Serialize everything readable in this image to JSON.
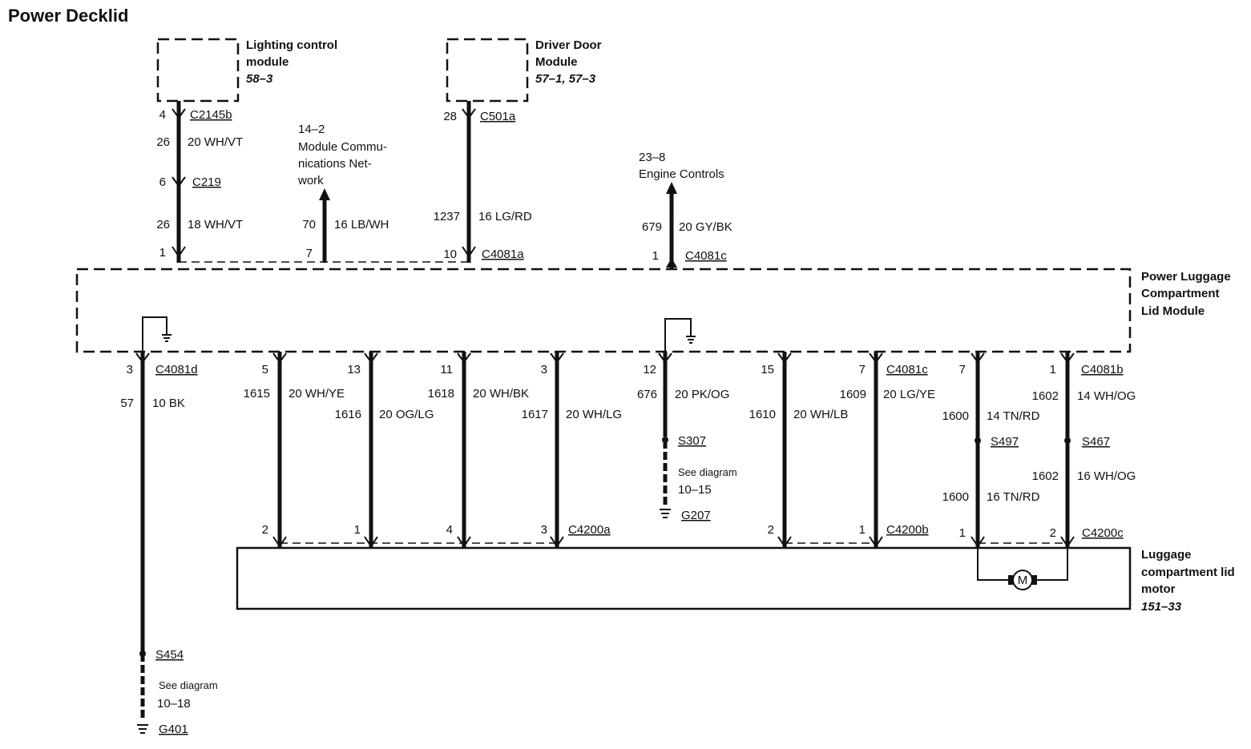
{
  "title": "Power Decklid",
  "components": {
    "lcm": {
      "name1": "Lighting control",
      "name2": "module",
      "ref": "58–3"
    },
    "ddm": {
      "name1": "Driver Door",
      "name2": "Module",
      "ref": "57–1, 57–3"
    },
    "plclm": {
      "name1": "Power Luggage",
      "name2": "Compartment",
      "name3": "Lid Module"
    },
    "motor": {
      "name1": "Luggage",
      "name2": "compartment lid",
      "name3": "motor",
      "ref": "151–33",
      "symbol": "M"
    }
  },
  "refs": {
    "mcn": {
      "page": "14–2",
      "l1": "Module Commu-",
      "l2": "nications Net-",
      "l3": "work"
    },
    "engine": {
      "page": "23–8",
      "l1": "Engine Controls"
    },
    "see1": {
      "label": "See diagram",
      "page": "10–15"
    },
    "see2": {
      "label": "See diagram",
      "page": "10–18"
    }
  },
  "connectors": {
    "c2145b": "C2145b",
    "c219": "C219",
    "c501a": "C501a",
    "c4081a": "C4081a",
    "c4081c": "C4081c",
    "c4081d": "C4081d",
    "c4081b": "C4081b",
    "c4200a": "C4200a",
    "c4200b": "C4200b",
    "c4200c": "C4200c"
  },
  "splices": {
    "s307": "S307",
    "s497": "S497",
    "s467": "S467",
    "s454": "S454"
  },
  "grounds": {
    "g207": "G207",
    "g401": "G401"
  },
  "pins": {
    "lcm_c2145b": "4",
    "lcm_c219_in": "6",
    "lcm_bottom": "1",
    "mcn_bottom": "7",
    "ddm_top": "28",
    "ddm_bottom": "10",
    "eng_bottom": "1",
    "gnd_top": "3",
    "w1615_top": "5",
    "w1616_top": "13",
    "w1618_top": "11",
    "w1617_top": "3",
    "w676_top": "12",
    "w1610_top": "15",
    "w1609_top": "7",
    "w1600_top": "7",
    "w1602_top": "1",
    "w1615_bot": "2",
    "w1616_bot": "1",
    "w1618_bot": "4",
    "w1617_bot": "3",
    "w1610_bot": "2",
    "w1609_bot": "1",
    "w1600_bot": "1",
    "w1602_bot": "2"
  },
  "circuits": {
    "lcm_a": {
      "num": "26",
      "spec": "20 WH/VT"
    },
    "lcm_b": {
      "num": "26",
      "spec": "18 WH/VT"
    },
    "mcn": {
      "num": "70",
      "spec": "16 LB/WH"
    },
    "ddm": {
      "num": "1237",
      "spec": "16 LG/RD"
    },
    "eng": {
      "num": "679",
      "spec": "20 GY/BK"
    },
    "gnd": {
      "num": "57",
      "spec": "10 BK"
    },
    "w1615": {
      "num": "1615",
      "spec": "20 WH/YE"
    },
    "w1616": {
      "num": "1616",
      "spec": "20 OG/LG"
    },
    "w1618": {
      "num": "1618",
      "spec": "20 WH/BK"
    },
    "w1617": {
      "num": "1617",
      "spec": "20 WH/LG"
    },
    "w676": {
      "num": "676",
      "spec": "20 PK/OG"
    },
    "w1610": {
      "num": "1610",
      "spec": "20 WH/LB"
    },
    "w1609": {
      "num": "1609",
      "spec": "20 LG/YE"
    },
    "w1600a": {
      "num": "1600",
      "spec": "14 TN/RD"
    },
    "w1602a": {
      "num": "1602",
      "spec": "14 WH/OG"
    },
    "w1602b": {
      "num": "1602",
      "spec": "16 WH/OG"
    },
    "w1600b": {
      "num": "1600",
      "spec": "16 TN/RD"
    }
  }
}
